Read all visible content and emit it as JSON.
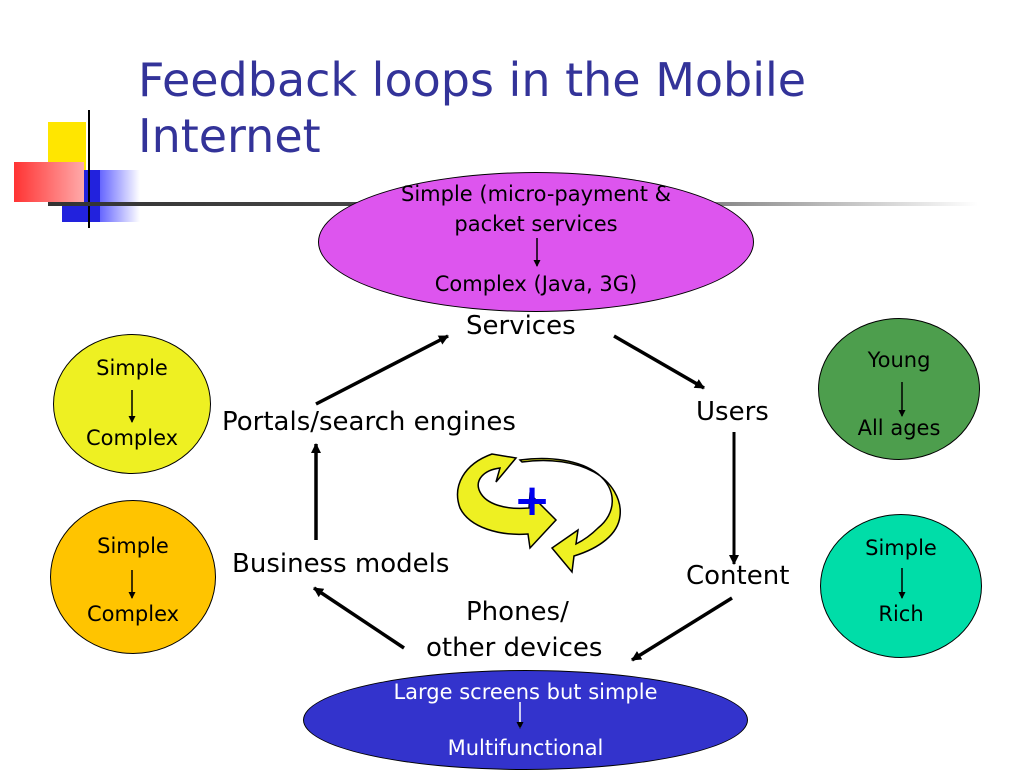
{
  "title": {
    "line1": "Feedback loops in the Mobile",
    "line2": "Internet"
  },
  "colors": {
    "title": "#333399",
    "services_ellipse": "#DD55EE",
    "devices_ellipse": "#3333CC",
    "portals_circle": "#EEF022",
    "business_circle": "#FFC400",
    "users_circle": "#4D9E4D",
    "content_circle": "#00DDA8",
    "cycle_arrows": "#EEF022",
    "plus": "#0000EE"
  },
  "nodes": {
    "services": "Services",
    "users": "Users",
    "content": "Content",
    "devices_line1": "Phones/",
    "devices_line2": "other devices",
    "business_models": "Business models",
    "portals": "Portals/search engines"
  },
  "ellipses": {
    "services": {
      "top": "Simple (micro-payment &",
      "middle": "packet services",
      "bottom": "Complex (Java, 3G)"
    },
    "devices": {
      "top": "Large screens but simple",
      "bottom": "Multifunctional"
    },
    "portals": {
      "top": "Simple",
      "bottom": "Complex"
    },
    "business": {
      "top": "Simple",
      "bottom": "Complex"
    },
    "users": {
      "top": "Young",
      "bottom": "All ages"
    },
    "content": {
      "top": "Simple",
      "bottom": "Rich"
    }
  },
  "center": {
    "symbol": "+"
  },
  "icons": {
    "cycle": "circular-arrows-icon",
    "plus": "plus-icon"
  }
}
